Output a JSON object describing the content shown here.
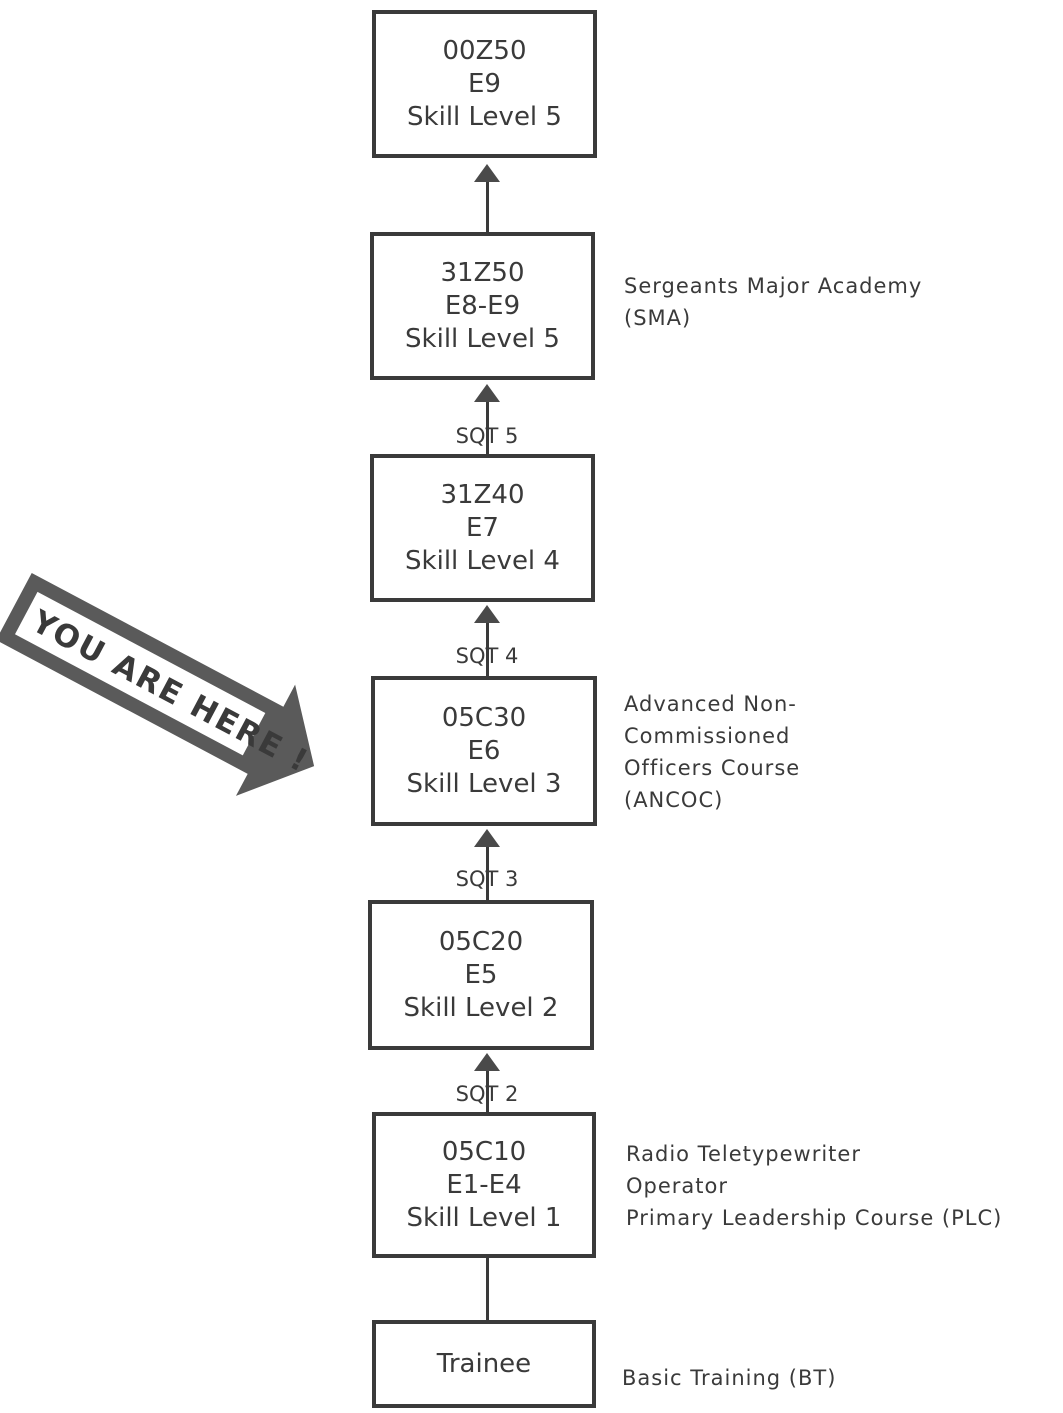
{
  "boxes": [
    {
      "code": "00Z50",
      "grade": "E9",
      "skill": "Skill Level 5"
    },
    {
      "code": "31Z50",
      "grade": "E8-E9",
      "skill": "Skill Level 5"
    },
    {
      "code": "31Z40",
      "grade": "E7",
      "skill": "Skill Level 4"
    },
    {
      "code": "05C30",
      "grade": "E6",
      "skill": "Skill Level 3"
    },
    {
      "code": "05C20",
      "grade": "E5",
      "skill": "Skill Level 2"
    },
    {
      "code": "05C10",
      "grade": "E1-E4",
      "skill": "Skill Level 1"
    },
    {
      "label": "Trainee"
    }
  ],
  "sqt": [
    "SQT 5",
    "SQT 4",
    "SQT 3",
    "SQT 2"
  ],
  "notes": {
    "sma": [
      "Sergeants Major Academy",
      "(SMA)"
    ],
    "ancoc": [
      "Advanced Non-",
      "Commissioned",
      "Officers Course",
      "(ANCOC)"
    ],
    "plc": [
      "Radio Teletypewriter",
      "Operator",
      "Primary Leadership Course (PLC)"
    ],
    "bt": "Basic Training (BT)"
  },
  "pointer": {
    "text": "YOU ARE HERE !",
    "color": "#555555"
  }
}
